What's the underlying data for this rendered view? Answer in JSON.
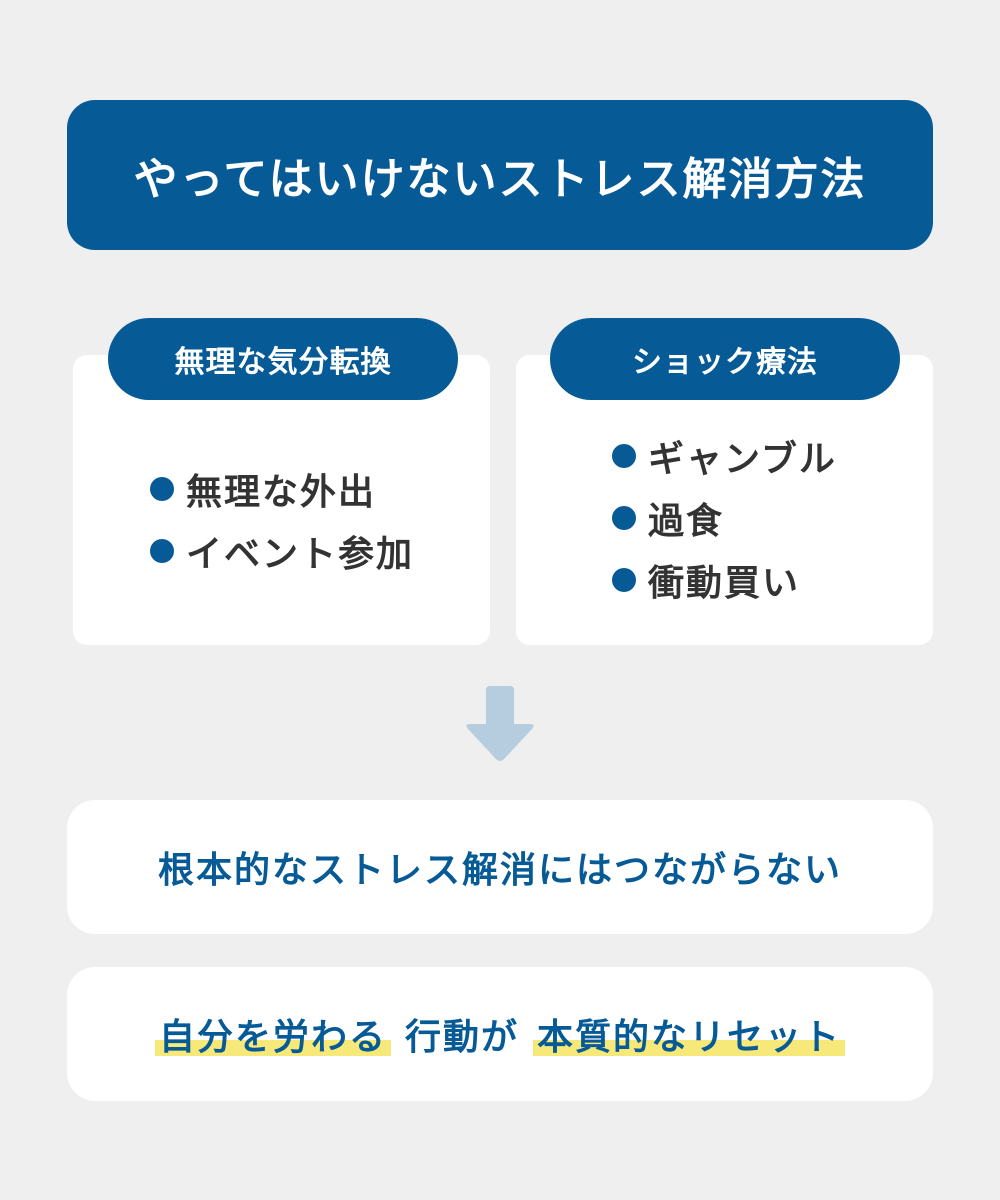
{
  "title": "やってはいけないストレス解消方法",
  "cards": {
    "left": {
      "label": "無理な気分転換",
      "items": [
        "無理な外出",
        "イベント参加"
      ]
    },
    "right": {
      "label": "ショック療法",
      "items": [
        "ギャンブル",
        "過食",
        "衝動買い"
      ]
    }
  },
  "result": "根本的なストレス解消にはつながらない",
  "key_message": {
    "part1": "自分を労わる",
    "part2": "行動が",
    "part3": "本質的なリセット"
  },
  "colors": {
    "primary": "#065a96",
    "background": "#efefef",
    "arrow": "#b6cddf",
    "highlight": "#f6e97a"
  }
}
